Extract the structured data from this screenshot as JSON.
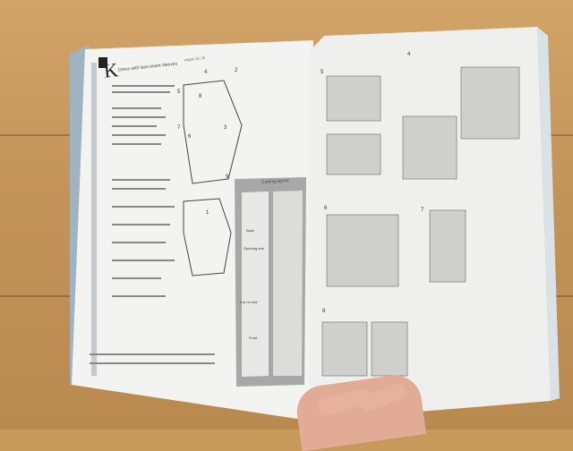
{
  "scene": {
    "description_colors": {
      "table": "#c79a5c",
      "page": "#f2f2f0",
      "cutting_layout_gray": "#9a9a9a",
      "hand": "#e2ab95"
    }
  },
  "left_page": {
    "section_letter": "K",
    "title": "Dress with lace-insert sleeves",
    "page_ref": "pages 18, 19",
    "cutting_layout_label": "Cutting layout",
    "layout_labels": [
      "Back",
      "Opening end",
      "Front",
      "Cut on fold"
    ],
    "figure_numbers": [
      "4",
      "2",
      "5",
      "8",
      "7",
      "6",
      "3",
      "9",
      "1"
    ]
  },
  "right_page": {
    "step_numbers": [
      "4",
      "5",
      "6",
      "7",
      "8"
    ]
  }
}
